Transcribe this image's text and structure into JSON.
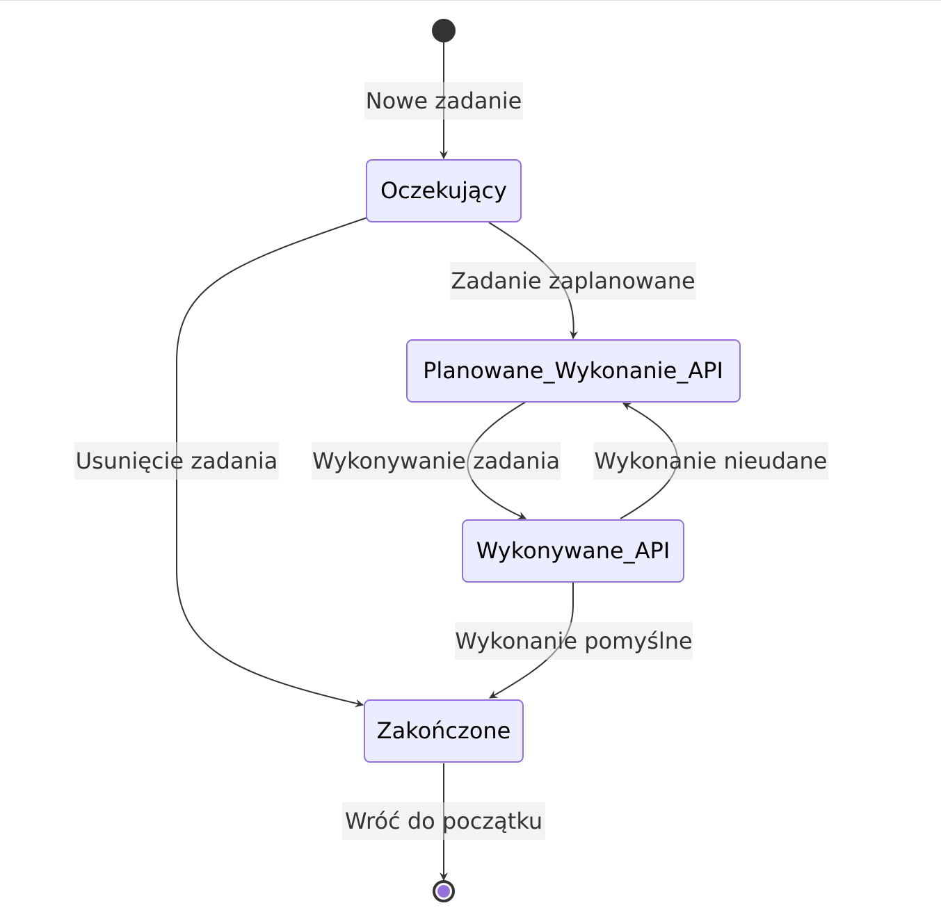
{
  "states": {
    "oczekujacy": "Oczekujący",
    "planowane": "Planowane_Wykonanie_API",
    "wykonywane": "Wykonywane_API",
    "zakonczone": "Zakończone"
  },
  "transitions": {
    "nowe_zadanie": "Nowe zadanie",
    "zadanie_zaplanowane": "Zadanie zaplanowane",
    "usuniecie_zadania": "Usunięcie zadania",
    "wykonywanie_zadania": "Wykonywanie zadania",
    "wykonanie_nieudane": "Wykonanie nieudane",
    "wykonanie_pomyslne": "Wykonanie pomyślne",
    "wroc_do_poczatku": "Wróć do początku"
  },
  "colors": {
    "state_fill": "#ececff",
    "state_border": "#9370db",
    "edge": "#333333",
    "label_background": "#e8e8e8"
  }
}
